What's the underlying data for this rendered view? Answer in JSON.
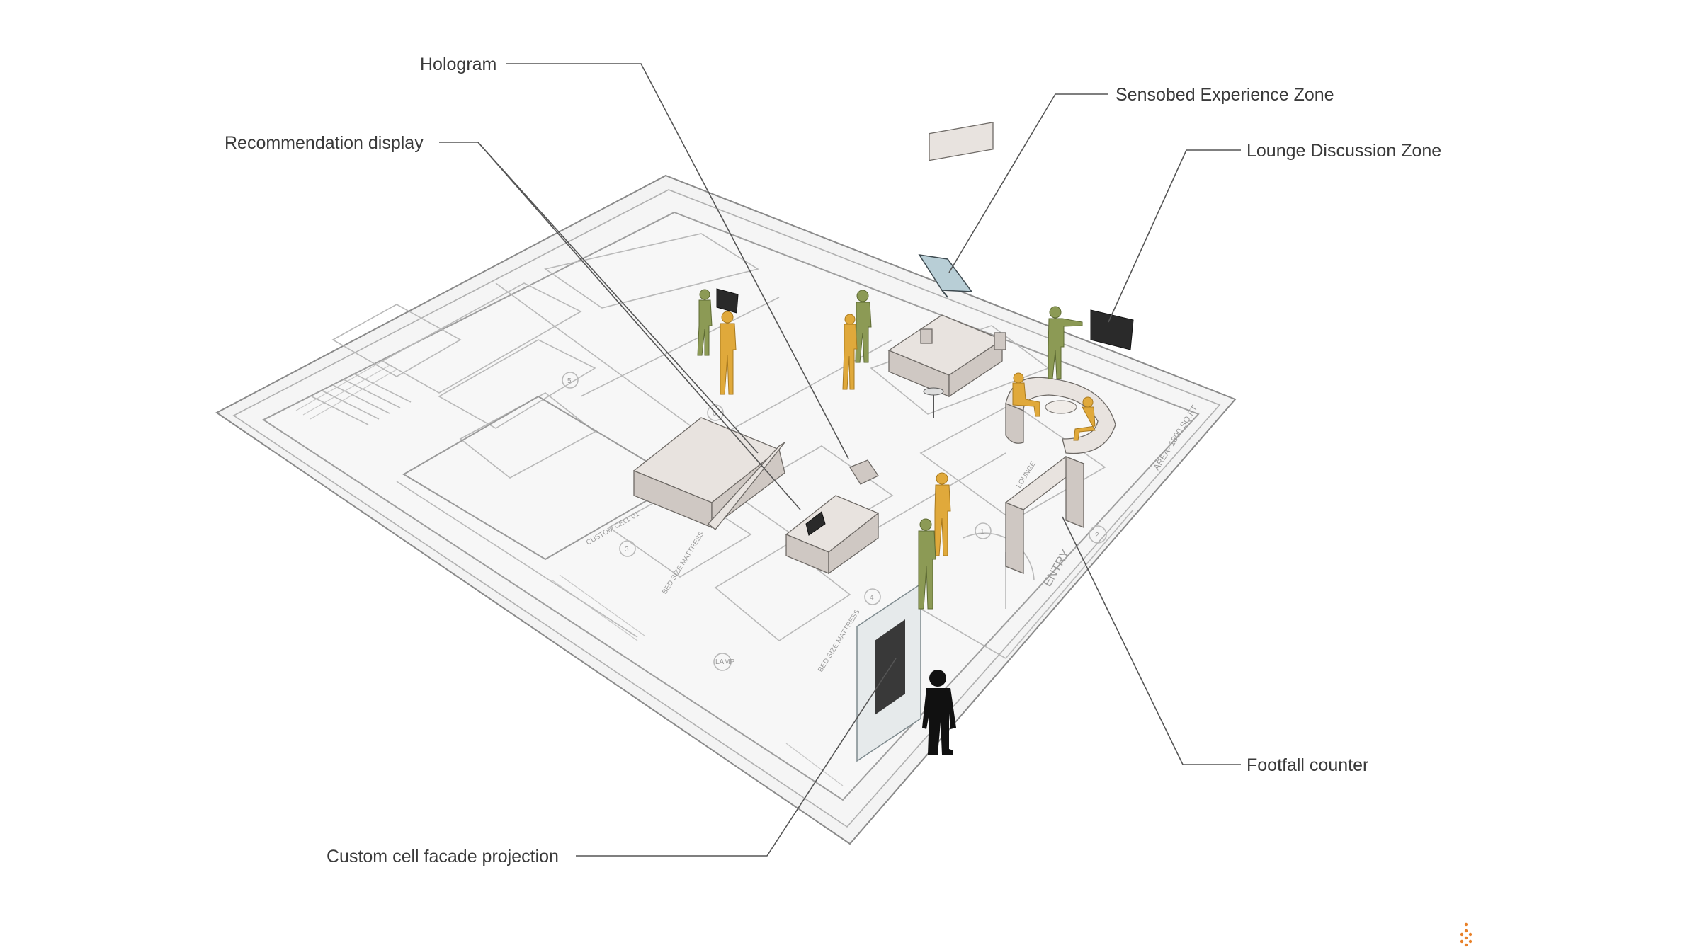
{
  "callouts": {
    "hologram": "Hologram",
    "recommendation_display": "Recommendation display",
    "sensobed_experience_zone": "Sensobed Experience Zone",
    "lounge_discussion_zone": "Lounge Discussion Zone",
    "footfall_counter": "Footfall counter",
    "custom_cell_facade_projection": "Custom cell facade projection"
  },
  "plan_labels": {
    "entry": "ENTRY",
    "area": "AREA- 1800 SQ.FT",
    "lounge": "LOUNGE",
    "custom_cell": "CUSTOM CELL 01",
    "bed_size_left": "BED SIZE MATTRESS",
    "bed_size_right": "BED SIZE MATTRESS",
    "lamp": "LAMP",
    "zone_1": "1",
    "zone_2": "2",
    "zone_3": "3",
    "zone_4": "4",
    "zone_5": "5",
    "zone_6": "6"
  },
  "colors": {
    "figure_green": "#8c9a55",
    "figure_yellow": "#e0a93b",
    "silhouette": "#111111",
    "leader_line": "#555555"
  }
}
